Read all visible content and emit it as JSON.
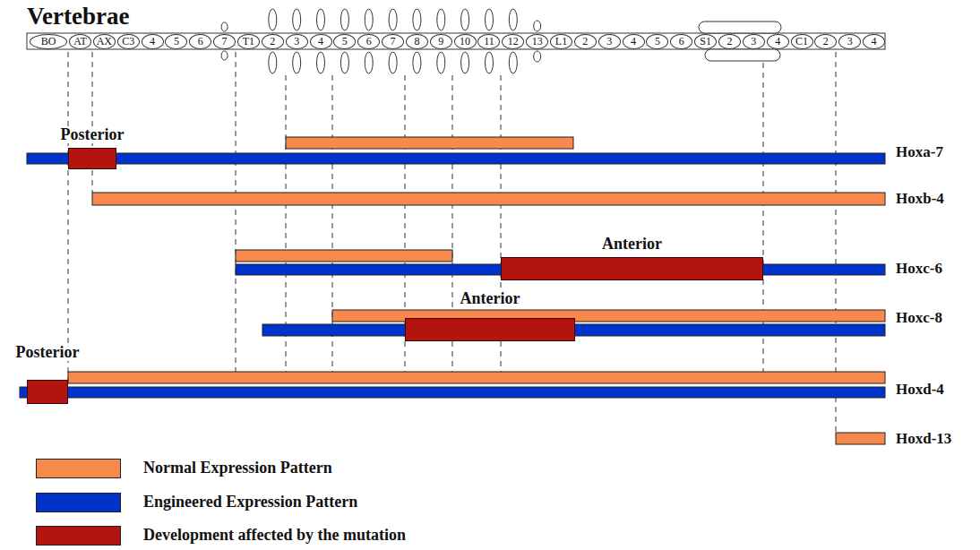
{
  "diagram": {
    "title": "Vertebrae",
    "nodes": [
      {
        "text": [
          "BO"
        ]
      },
      {
        "text": [
          "AT"
        ]
      },
      {
        "text": [
          "AX"
        ]
      },
      {
        "text": [
          "C3"
        ]
      },
      {
        "text": [
          "4"
        ]
      },
      {
        "text": [
          "5"
        ]
      },
      {
        "text": [
          "6"
        ]
      },
      {
        "text": [
          "7"
        ]
      },
      {
        "text": [
          "T1"
        ]
      },
      {
        "text": [
          "2"
        ]
      },
      {
        "text": [
          "3"
        ]
      },
      {
        "text": [
          "4"
        ]
      },
      {
        "text": [
          "5"
        ]
      },
      {
        "text": [
          "6"
        ]
      },
      {
        "text": [
          "7"
        ]
      },
      {
        "text": [
          "8"
        ]
      },
      {
        "text": [
          "9"
        ]
      },
      {
        "text": [
          "10"
        ]
      },
      {
        "text": [
          "11"
        ]
      },
      {
        "text": [
          "12"
        ]
      },
      {
        "text": [
          "13"
        ]
      },
      {
        "text": [
          "L1"
        ]
      },
      {
        "text": [
          "2"
        ]
      },
      {
        "text": [
          "3"
        ]
      },
      {
        "text": [
          "4"
        ]
      },
      {
        "text": [
          "5"
        ]
      },
      {
        "text": [
          "6"
        ]
      },
      {
        "text": [
          "S1"
        ]
      },
      {
        "text": [
          "2"
        ]
      },
      {
        "text": [
          "3"
        ]
      },
      {
        "text": [
          "4"
        ]
      },
      {
        "text": [
          "C1"
        ]
      },
      {
        "text": [
          "2"
        ]
      },
      {
        "text": [
          "3"
        ]
      },
      {
        "text": [
          "4"
        ]
      },
      {
        "text": [
          "Posterior"
        ]
      },
      {
        "text": [
          "Anterior"
        ]
      },
      {
        "text": [
          "Anterior"
        ]
      },
      {
        "text": [
          "Posterior"
        ]
      }
    ],
    "labels": [
      "Hoxa-7",
      "Hoxb-4",
      "Hoxc-6",
      "Hoxc-8",
      "Hoxd-4",
      "Hoxd-13"
    ],
    "legend": [
      {
        "text": "Normal Expression Pattern",
        "color": "#f7894d"
      },
      {
        "text": "Engineered Expression Pattern",
        "color": "#0033cc"
      },
      {
        "text": "Development affected by the mutation",
        "color": "#b3140f"
      }
    ]
  }
}
